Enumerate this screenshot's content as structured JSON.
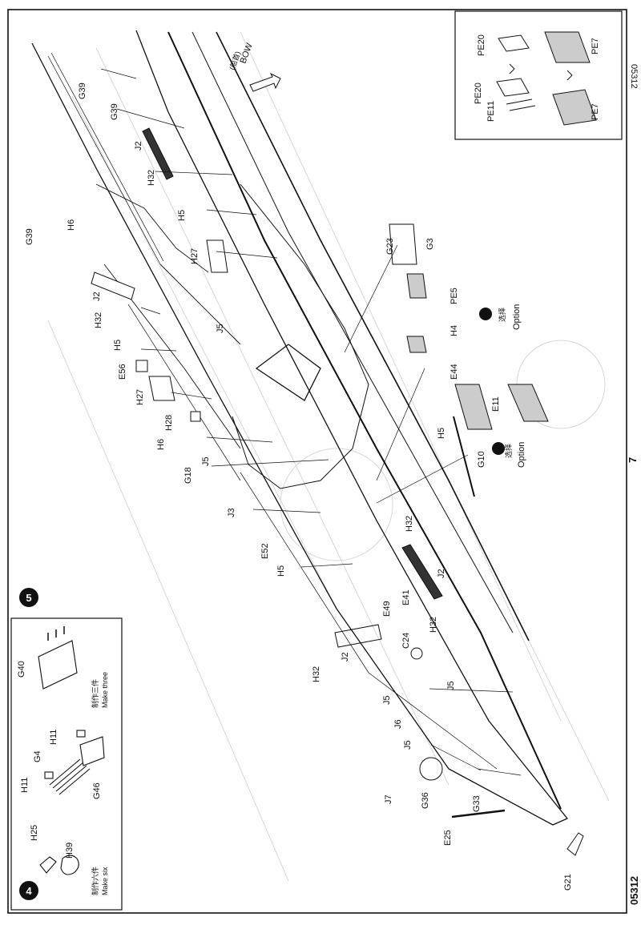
{
  "page": {
    "number": "7",
    "kit_code": "05312",
    "corner_code": "05312"
  },
  "bow_label": {
    "cn": "(船首)",
    "en": "BOW"
  },
  "step4": {
    "step_number": "4",
    "make_six": {
      "cn": "制作六件",
      "en": "Make six"
    },
    "make_three": {
      "cn": "制作三件",
      "en": "Make three"
    },
    "parts": [
      "H25",
      "H39",
      "H11",
      "G4",
      "H11",
      "G46",
      "G40"
    ]
  },
  "step5": {
    "step_number": "5",
    "option1": {
      "badge": "?",
      "cn": "选择",
      "en": "Option"
    },
    "option2": {
      "badge": "?",
      "cn": "选择",
      "en": "Option"
    },
    "inset_parts": [
      "PE20",
      "PE7",
      "PE20",
      "PE11",
      "PE7"
    ],
    "parts": [
      "G39",
      "G39",
      "J2",
      "H32",
      "H6",
      "H5",
      "G39",
      "H27",
      "J2",
      "H32",
      "H5",
      "E56",
      "H27",
      "H28",
      "H6",
      "G18",
      "J5",
      "J5",
      "J3",
      "E52",
      "H5",
      "G23",
      "G3",
      "PE5",
      "H4",
      "E44",
      "E11",
      "H5",
      "G10",
      "H32",
      "J2",
      "E41",
      "E49",
      "H32",
      "C24",
      "J5",
      "J2",
      "H32",
      "J5",
      "J6",
      "J5",
      "J7",
      "G36",
      "G33",
      "E25",
      "G21"
    ]
  }
}
